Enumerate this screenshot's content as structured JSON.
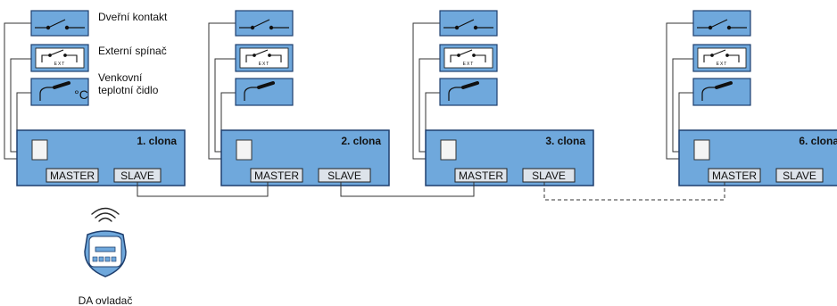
{
  "labels": {
    "door_contact": "Dveřní kontakt",
    "external_switch": "Externí spínač",
    "outdoor_sensor_line1": "Venkovní",
    "outdoor_sensor_line2": "teplotní čidlo",
    "remote": "DA ovladač",
    "ext": "EXT",
    "degree": "°C"
  },
  "units": [
    {
      "title": "1. clona",
      "master": "MASTER",
      "slave": "SLAVE",
      "show_degree": true
    },
    {
      "title": "2. clona",
      "master": "MASTER",
      "slave": "SLAVE",
      "show_degree": false
    },
    {
      "title": "3. clona",
      "master": "MASTER",
      "slave": "SLAVE",
      "show_degree": false
    },
    {
      "title": "6. clona",
      "master": "MASTER",
      "slave": "SLAVE",
      "show_degree": false
    }
  ],
  "colors": {
    "box_fill": "#6fa8dc",
    "box_stroke": "#1f3f6e",
    "button_fill": "#dde3ea",
    "line": "#333333"
  },
  "icons": [
    "door-contact-icon",
    "external-switch-icon",
    "temperature-sensor-icon",
    "terminal-block-icon",
    "remote-control-icon",
    "wireless-signal-icon"
  ]
}
